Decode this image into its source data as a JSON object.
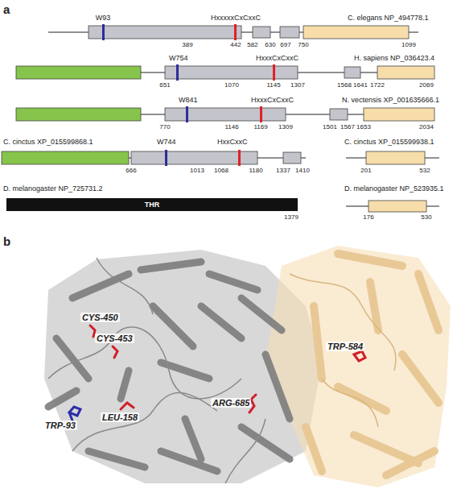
{
  "diagram": {
    "nodes": [
      {
        "text": [
          "THR"
        ]
      }
    ],
    "labels": [
      "a",
      "W93",
      "HxxxxxCxCxxC",
      "C. elegans NP_494778.1",
      "389",
      "442",
      "582",
      "630",
      "697",
      "750",
      "1099",
      "W754",
      "HxxxCxCxxC",
      "H. sapiens NP_036423.4",
      "651",
      "1070",
      "1145",
      "1307",
      "1568",
      "1641",
      "1722",
      "2069",
      "W841",
      "HxxxCxCxxC",
      "N. vectensis XP_001635666.1",
      "770",
      "1146",
      "1169",
      "1309",
      "1501",
      "1567",
      "1653",
      "2034",
      "C. cinctus XP_015599868.1",
      "W744",
      "HxxCxxC",
      "C. cinctus XP_015599938.1",
      "666",
      "1013",
      "1068",
      "1180",
      "1337",
      "1410",
      "201",
      "532",
      "D. melanogaster NP_725731.2",
      "1379",
      "D. melanogaster NP_523935.1",
      "176",
      "530",
      "b",
      "CYS-450",
      "CYS-453",
      "TRP-93",
      "LEU-158",
      "ARG-685",
      "TRP-584"
    ]
  }
}
